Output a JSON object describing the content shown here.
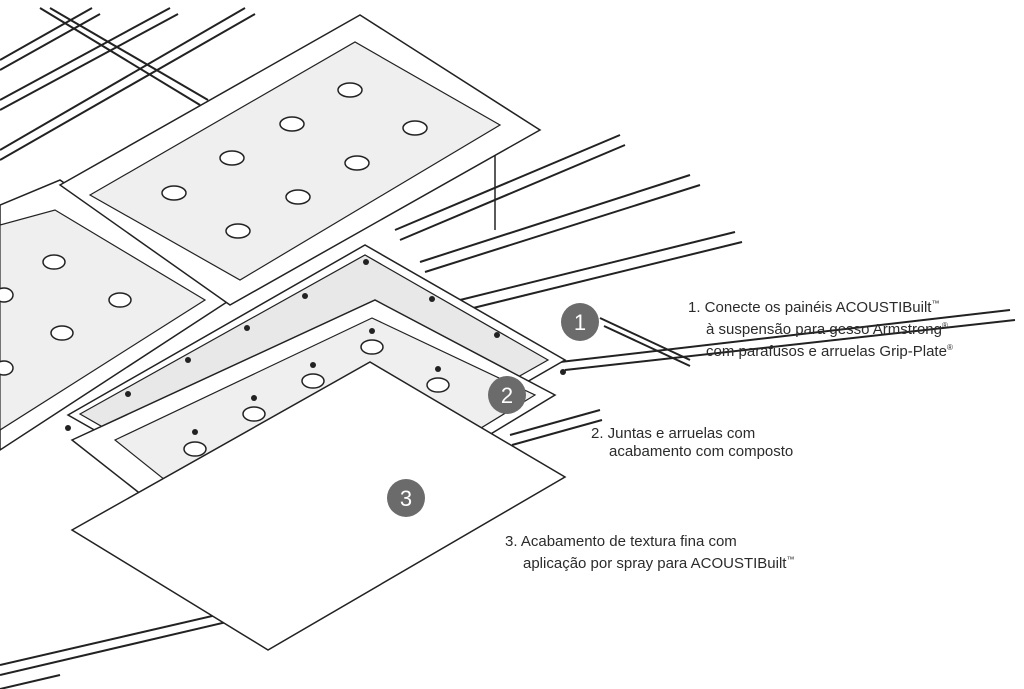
{
  "steps": [
    {
      "number": "1",
      "line1": "1. Conecte os painéis ACOUSTIBuilt",
      "line1_mark": "™",
      "line2": "à suspensão para gesso Armstrong",
      "line2_mark": "®",
      "line3": "com parafusos e arruelas Grip-Plate",
      "line3_mark": "®"
    },
    {
      "number": "2",
      "line1": "2. Juntas e arruelas com",
      "line2": "acabamento com composto"
    },
    {
      "number": "3",
      "line1": "3. Acabamento de textura fina com",
      "line2": "aplicação por spray para ACOUSTIBuilt",
      "line2_mark": "™"
    }
  ],
  "colors": {
    "line": "#222222",
    "panel_fill": "#efefef",
    "badge": "#6b6b6b",
    "text": "#2b2b2b"
  }
}
